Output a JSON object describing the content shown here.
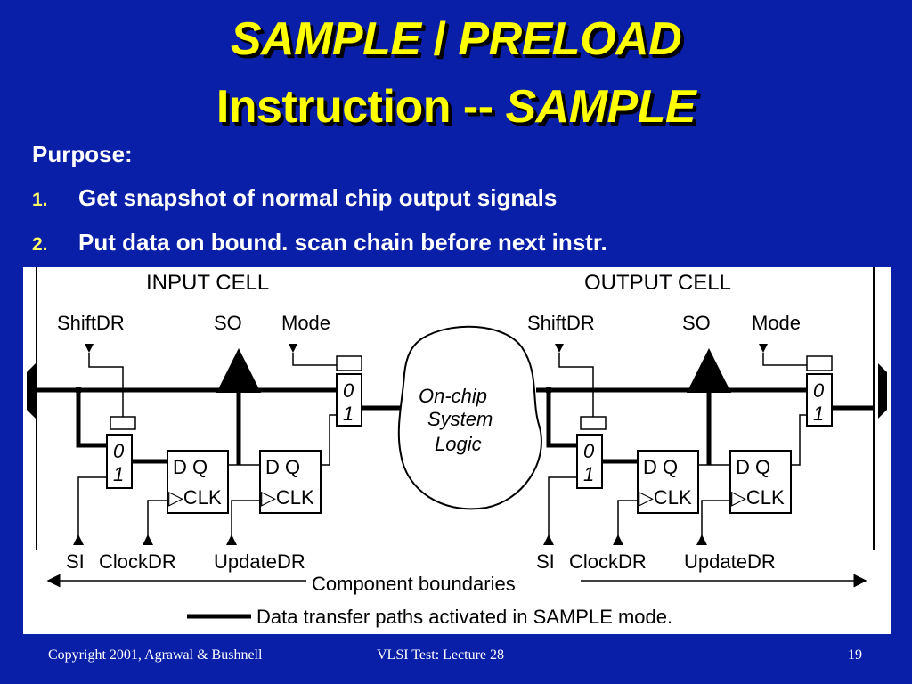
{
  "title": {
    "line1_part1": "SAMPLE",
    "line1_sep": " / ",
    "line1_part2": "PRELOAD",
    "line2_part1": "Instruction -- ",
    "line2_part2": "SAMPLE"
  },
  "purpose_label": "Purpose:",
  "items": [
    {
      "num": "1.",
      "text": "Get snapshot of normal chip output signals"
    },
    {
      "num": "2.",
      "text": "Put data on bound. scan chain before next instr."
    }
  ],
  "diagram": {
    "input_cell": "INPUT CELL",
    "output_cell": "OUTPUT CELL",
    "shiftdr": "ShiftDR",
    "so": "SO",
    "mode": "Mode",
    "si": "SI",
    "clockdr": "ClockDR",
    "updatedr": "UpdateDR",
    "mux0": "0",
    "mux1": "1",
    "dq": "D Q",
    "clk": "▷CLK",
    "onchip_line1": "On-chip",
    "onchip_line2": "System",
    "onchip_line3": "Logic",
    "component_boundaries": "Component boundaries",
    "legend": "Data transfer paths activated in SAMPLE mode."
  },
  "footer": {
    "left": "Copyright 2001, Agrawal & Bushnell",
    "middle": "VLSI Test: Lecture 28",
    "page": "19"
  }
}
